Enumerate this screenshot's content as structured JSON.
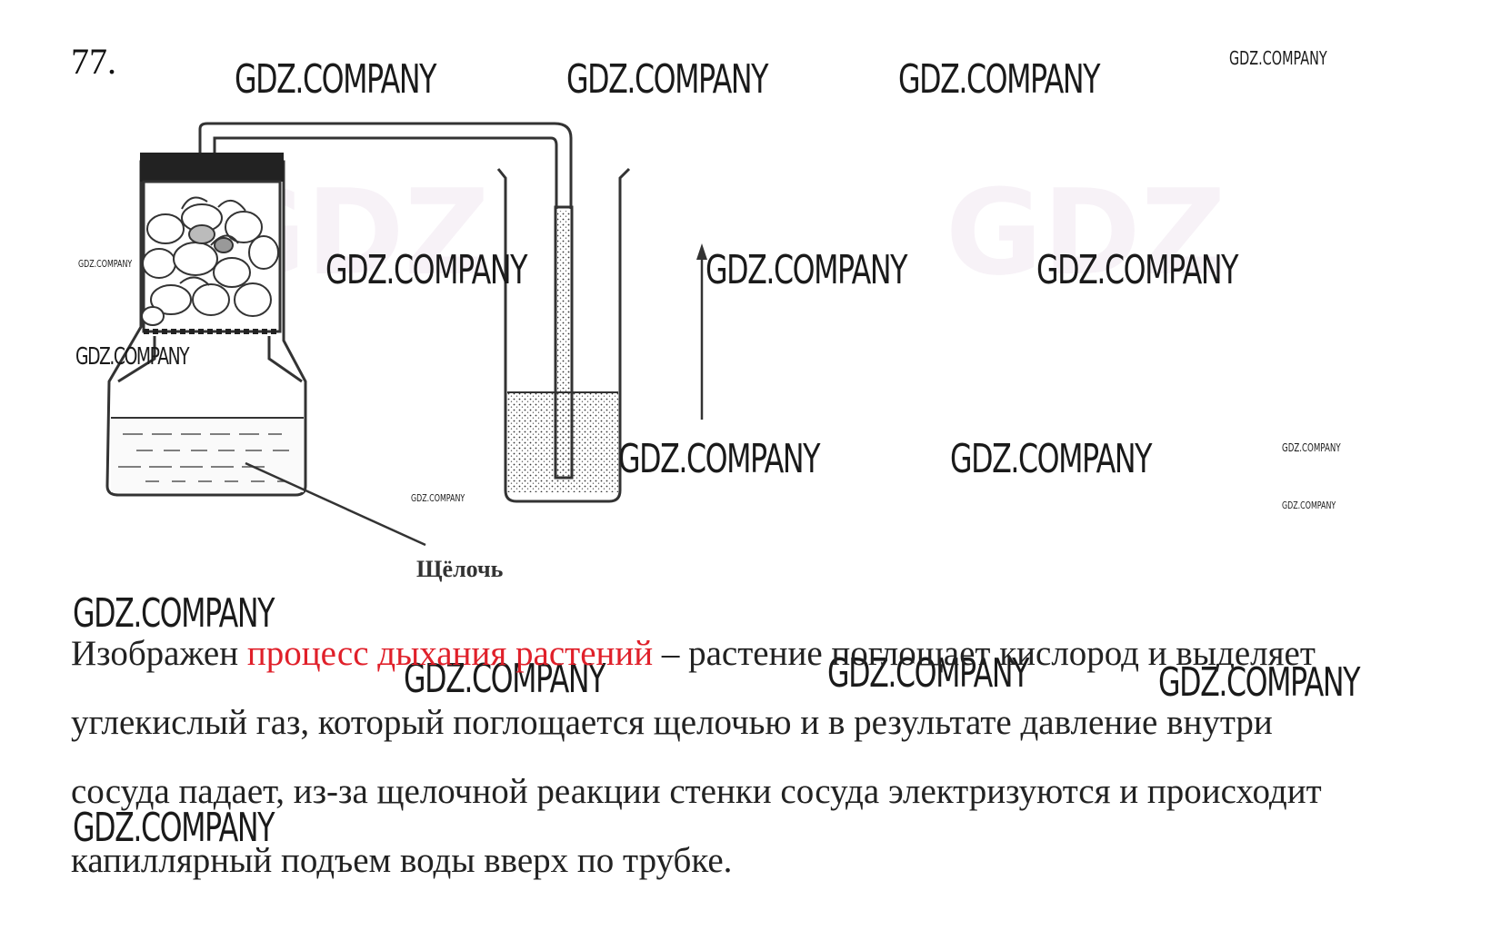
{
  "task": {
    "number": "77."
  },
  "watermark": {
    "text": "GDZ.COMPANY"
  },
  "diagram": {
    "label_alkali": "Щёлочь"
  },
  "answer": {
    "part1": "Изображен ",
    "highlight": "процесс дыхания растений",
    "part2": " – растение поглощает кислород и выделяет углекислый газ, который поглощается щелочью и в результате давление внутри сосуда падает, из-за щелочной реакции стенки сосуда электризуются и происходит капиллярный подъем воды вверх по трубке."
  },
  "colors": {
    "highlight": "#e0202a",
    "text": "#222222"
  }
}
